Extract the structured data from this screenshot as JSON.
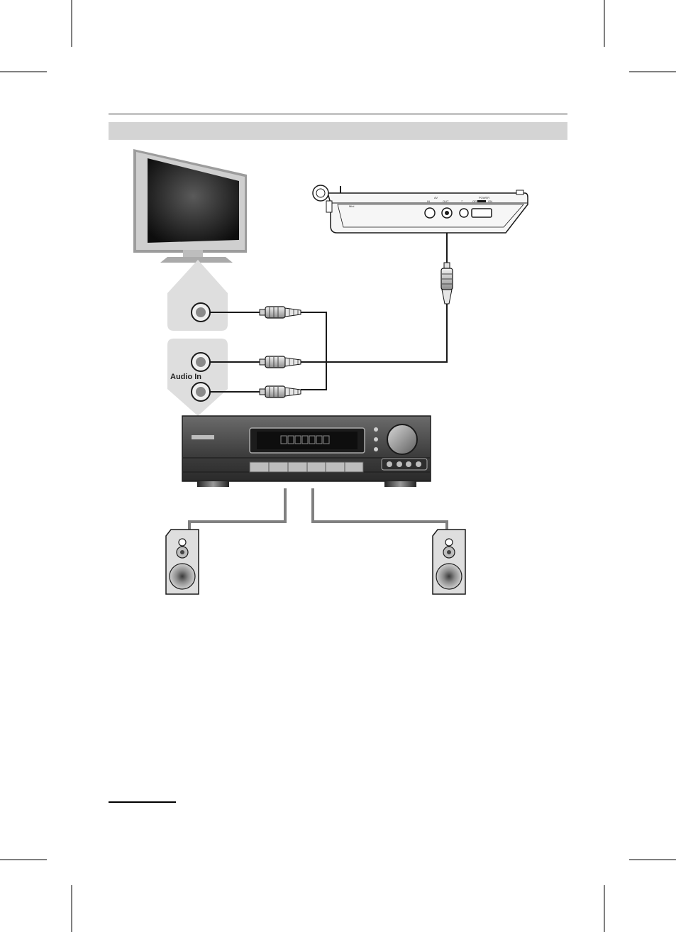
{
  "labels": {
    "audio_in": "Audio In",
    "dvd_port_av": "AV",
    "dvd_port_in": "IN",
    "dvd_port_out": "OUT",
    "dvd_power": "POWER",
    "dvd_off": "OFF",
    "dvd_on": "ON",
    "dvd_side": "Mini"
  },
  "colors": {
    "header_bar": "#d4d4d4",
    "rule": "#c6c6c6",
    "panel": "#dedede",
    "cable": "#1a1a1a",
    "speaker_wire": "#808080",
    "receiver_body": "#4a4a4a"
  }
}
